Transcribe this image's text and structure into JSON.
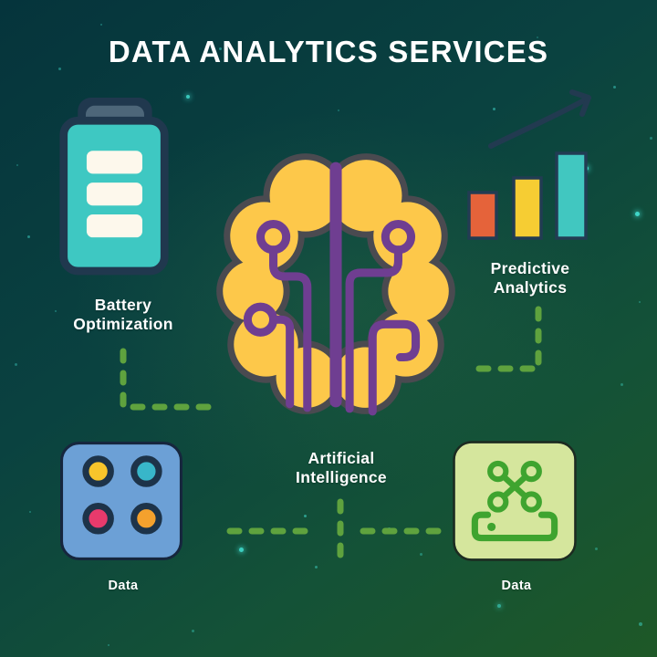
{
  "title": "DATA ANALYTICS SERVICES",
  "nodes": {
    "battery": {
      "label": "Battery\nOptimization",
      "icon": "battery-icon"
    },
    "ai": {
      "label": "Artificial\nIntelligence",
      "icon": "brain-circuit-icon"
    },
    "predictive": {
      "label": "Predictive\nAnalytics",
      "icon": "growth-bar-chart-icon"
    },
    "data_left": {
      "label": "Data",
      "icon": "data-dots-grid-icon"
    },
    "data_right": {
      "label": "Data",
      "icon": "data-collection-tray-icon"
    }
  },
  "colors": {
    "background_top": "#05343c",
    "background_bottom": "#1e5827",
    "title_text": "#ffffff",
    "battery_teal": "#3ec8c2",
    "battery_cap": "#4d6679",
    "battery_bars": "#fdf8ec",
    "outline_navy": "#20384e",
    "brain_yellow": "#fdc84a",
    "brain_outline": "#4a4a50",
    "circuit_purple": "#6f3e91",
    "bar_orange": "#e5633a",
    "bar_yellow": "#f6cd33",
    "bar_teal": "#41c7c0",
    "arrow_navy": "#223a50",
    "data_square_blue": "#6ca0d6",
    "dot_yellow": "#f8c52b",
    "dot_teal": "#38b6c9",
    "dot_pink": "#e73a6c",
    "dot_orange": "#f4a12d",
    "dot_ring": "#1d3349",
    "data_square_green": "#d5e69d",
    "collect_green": "#3fa42f",
    "connector_green": "#5fa23e",
    "star_cyan": "#3fd6c8"
  }
}
